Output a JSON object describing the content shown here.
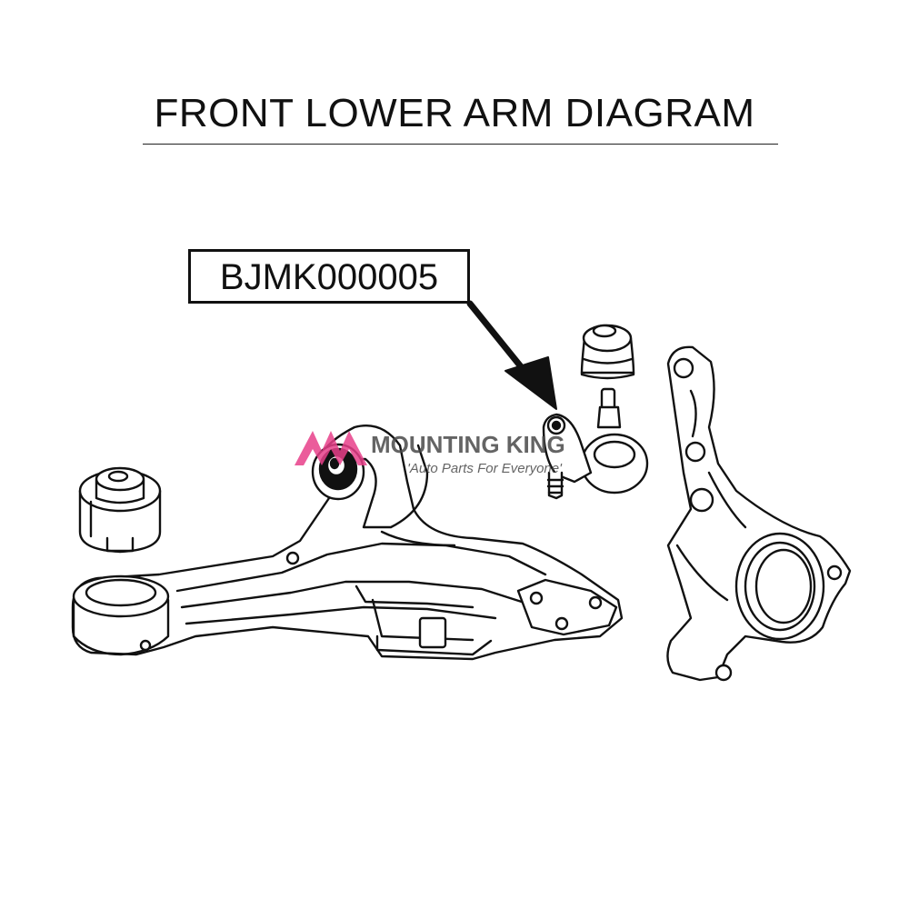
{
  "diagram": {
    "title": "FRONT LOWER ARM DIAGRAM",
    "part_number": "BJMK000005"
  },
  "watermark": {
    "brand": "MOUNTING KING",
    "tagline": "'Auto Parts For Everyone'",
    "accent_color": "#e8408a",
    "text_color": "#4a4a4a",
    "icon": "mk-logo-icon"
  },
  "colors": {
    "line": "#111111",
    "background": "#ffffff"
  }
}
